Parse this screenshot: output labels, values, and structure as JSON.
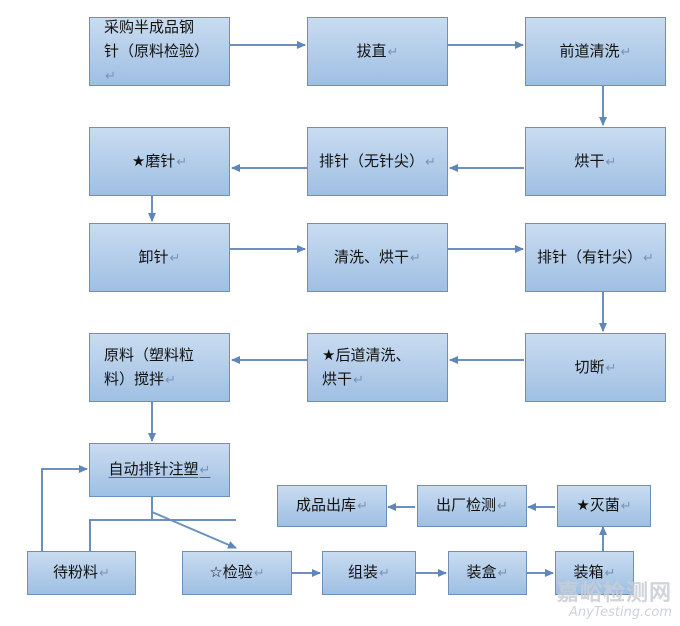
{
  "nodes": {
    "purchase": "采购半成品钢\n针（原料检验）",
    "straighten": "拔直",
    "pre_clean": "前道清洗",
    "dry": "烘干",
    "arrange_no_tip": "排针（无针尖）",
    "grind": "★磨针",
    "unload": "卸针",
    "clean_dry": "清洗、烘干",
    "arrange_tip": "排针（有针尖）",
    "cut": "切断",
    "post_clean": "★后道清洗、\n烘干",
    "mix": "原料（塑料粒\n料）搅拌",
    "auto_mold": "自动排针注塑",
    "regrind": "待粉料",
    "inspect": "☆检验",
    "assemble": "组装",
    "box": "装盒",
    "carton": "装箱",
    "sterilize": "★灭菌",
    "factory_check": "出厂检测",
    "warehouse": "成品出库"
  },
  "paragraph_mark": "↵",
  "watermark": {
    "cn": "嘉峪检测网",
    "en": "AnyTesting.com"
  }
}
